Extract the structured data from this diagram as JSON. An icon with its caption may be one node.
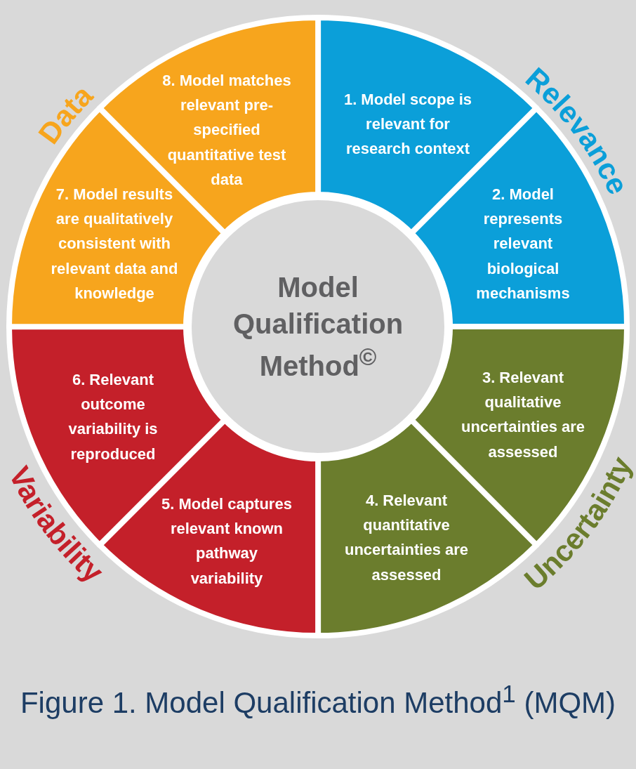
{
  "diagram": {
    "caption": "Figure 1. Model Qualification Method$^{1}$ (MQM)",
    "nodes": [
      {
        "text": [
          "Model Qualification Method$^{©}$"
        ]
      },
      {
        "text": [
          "1. Model scope is relevant for research context"
        ]
      },
      {
        "text": [
          "2. Model represents relevant biological mechanisms"
        ]
      },
      {
        "text": [
          "3. Relevant qualitative uncertainties are assessed"
        ]
      },
      {
        "text": [
          "4. Relevant quantitative uncertainties are assessed"
        ]
      },
      {
        "text": [
          "5. Model captures relevant known pathway variability"
        ]
      },
      {
        "text": [
          "6. Relevant outcome variability is reproduced"
        ]
      },
      {
        "text": [
          "7. Model results are qualitatively consistent with relevant data and knowledge"
        ]
      },
      {
        "text": [
          "8. Model matches relevant pre-specified quantitative test data"
        ]
      }
    ],
    "labels": [
      "Relevance",
      "Uncertainty",
      "Variability",
      "Data"
    ]
  }
}
